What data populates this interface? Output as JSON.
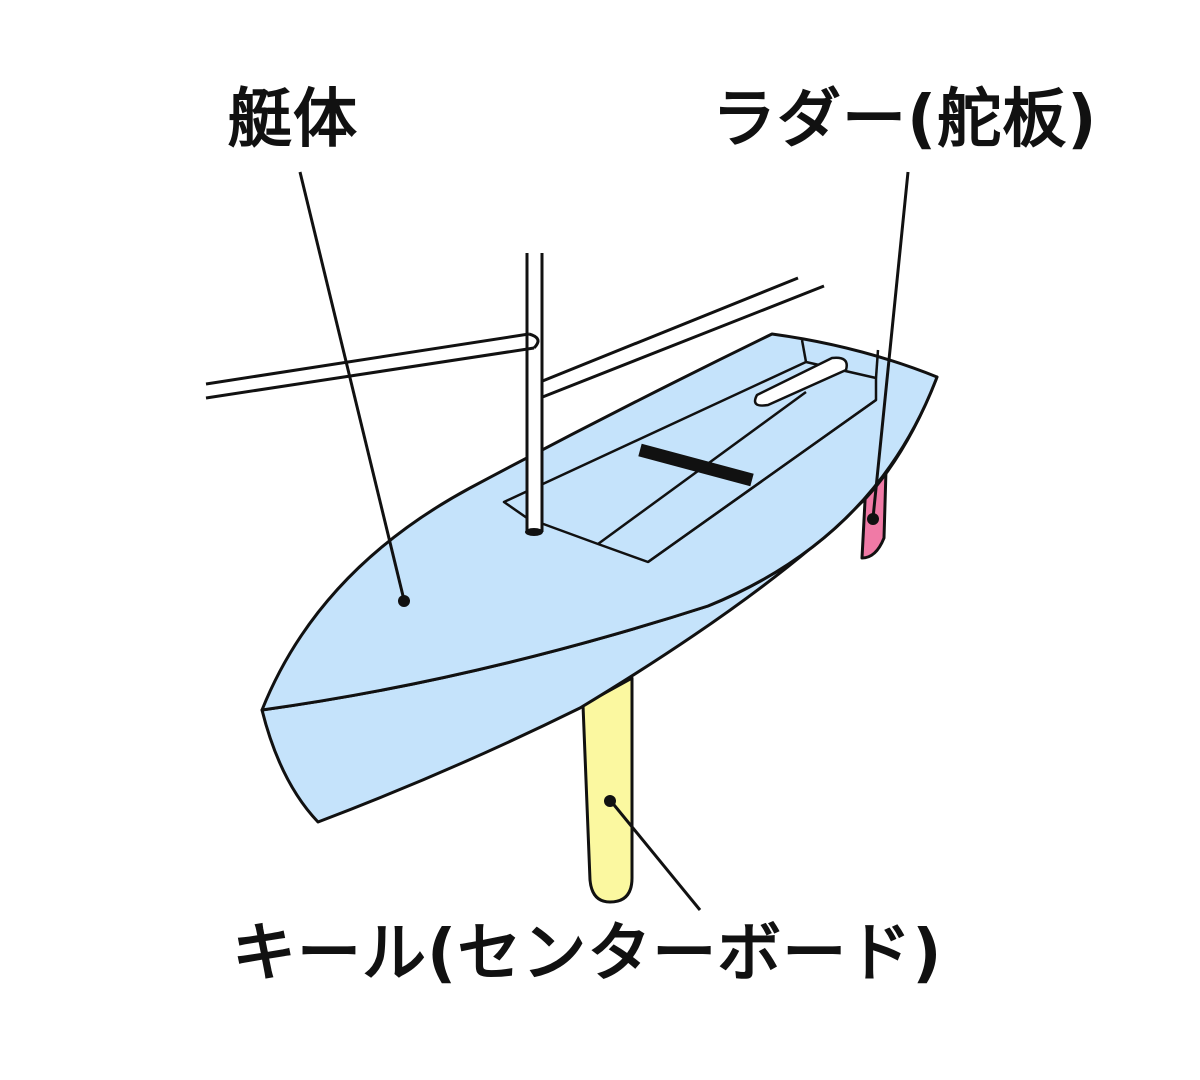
{
  "labels": {
    "hull": "艇体",
    "rudder": "ラダー(舵板)",
    "keel": "キール(センターボード)"
  },
  "colors": {
    "hull_fill": "#c5e3fb",
    "rudder_fill": "#f07aa6",
    "keel_fill": "#fbf8a0",
    "outline": "#111111",
    "background": "#ffffff"
  }
}
